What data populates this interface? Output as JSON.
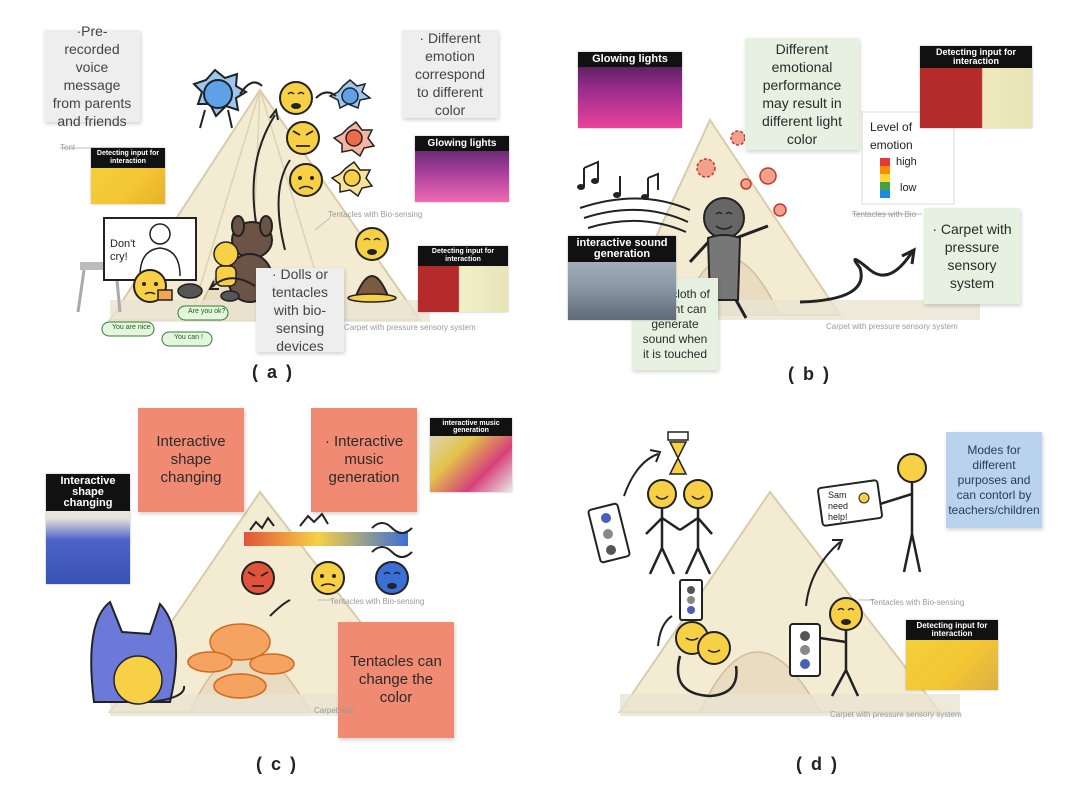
{
  "panels": {
    "a": {
      "label": "( a )",
      "note_voice": "·Pre-recorded voice message from parents and friends",
      "note_emotion": "· Different emotion correspond to different color",
      "note_dolls": "· Dolls or tentacles with bio-sensing devices",
      "photo_lights": "Glowing lights",
      "photo_detect_1": "Detecting input for interaction",
      "photo_detect_2": "Detecting input for interaction",
      "tag_tent": "Tent",
      "tag_tentacles": "Tentacles with Bio-sensing",
      "tag_carpet": "Carpet with pressure sensory system",
      "drawing_board": "Don't cry!",
      "bubble_1": "Are you ok?",
      "bubble_2": "You are nice",
      "bubble_3": "You can !"
    },
    "b": {
      "label": "( b )",
      "note_emotional": "Different emotional performance may result in different light color",
      "note_cloth": "· The cloth of the tent can generate sound when it is touched",
      "note_carpet": "· Carpet with pressure sensory system",
      "photo_lights": "Glowing lights",
      "photo_detect": "Detecting input for interaction",
      "photo_sound": "interactive sound generation",
      "tag_tentacles": "Tentacles with Bio",
      "tag_carpet": "Carpet with pressure sensory system",
      "level_title": "Level of emotion",
      "level_high": "high",
      "level_low": "low"
    },
    "c": {
      "label": "( c )",
      "note_shape": "Interactive shape changing",
      "note_music": "· Interactive music generation",
      "note_tentacles": "Tentacles can change the color",
      "photo_shape": "Interactive shape changing",
      "photo_music": "interactive music generation",
      "tag_tentacles": "Tentacles with Bio-sensing",
      "tag_carpet": "Carpet with"
    },
    "d": {
      "label": "( d )",
      "note_modes": "Modes for different purposes and can contorl by teachers/children",
      "photo_detect": "Detecting input for interaction",
      "tag_tentacles": "Tentacles with Bio-sensing",
      "tag_carpet": "Carpet with pressure sensory system",
      "sign_text": "Sam need help!"
    }
  },
  "colors": {
    "sticky_grey": "#eeeeee",
    "sticky_green": "#e6f1e2",
    "sticky_salmon": "#f08a72",
    "sticky_blue": "#b9d3ee",
    "face_yellow": "#f7d046",
    "tent_beige": "#efe6c8",
    "blob_blue": "#6c79d8"
  }
}
